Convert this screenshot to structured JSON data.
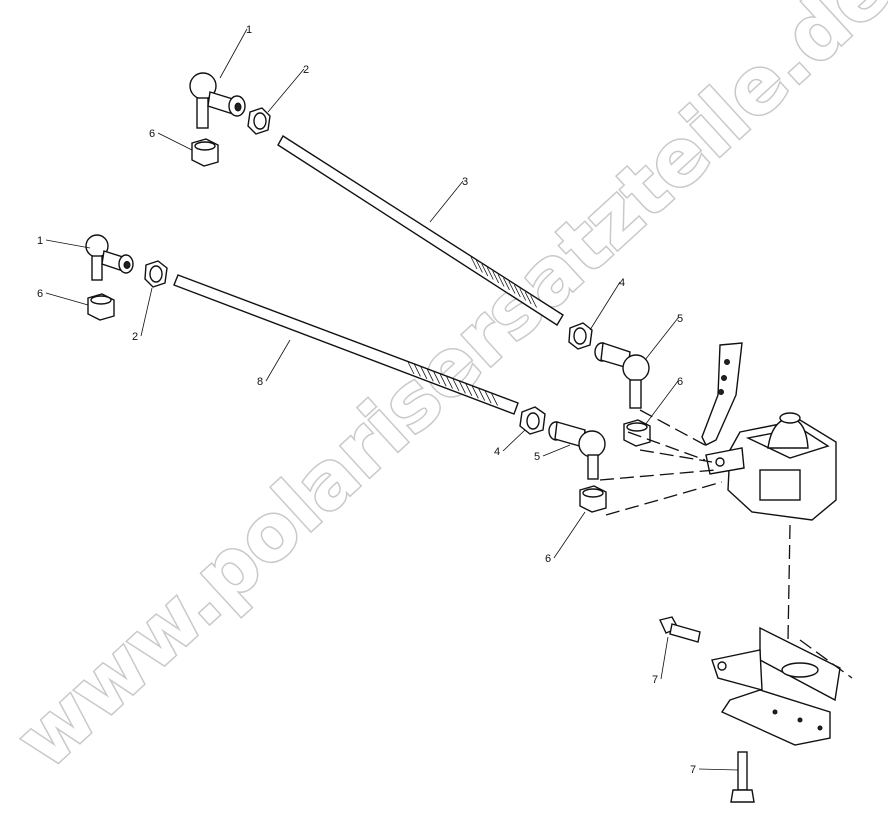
{
  "watermark": "www.polarisersatzteile.de",
  "callouts": [
    {
      "number": "1",
      "part": "ball-joint-upper"
    },
    {
      "number": "2",
      "part": "jam-nut-upper"
    },
    {
      "number": "6",
      "part": "lock-nut-upper-left"
    },
    {
      "number": "3",
      "part": "shift-rod-upper"
    },
    {
      "number": "1",
      "part": "ball-joint-lower"
    },
    {
      "number": "6",
      "part": "lock-nut-lower-left"
    },
    {
      "number": "2",
      "part": "jam-nut-lower"
    },
    {
      "number": "8",
      "part": "shift-rod-lower"
    },
    {
      "number": "4",
      "part": "jam-nut-right-upper"
    },
    {
      "number": "5",
      "part": "ball-joint-right-upper"
    },
    {
      "number": "6",
      "part": "lock-nut-right-upper"
    },
    {
      "number": "4",
      "part": "jam-nut-right-lower"
    },
    {
      "number": "5",
      "part": "ball-joint-right-lower"
    },
    {
      "number": "6",
      "part": "lock-nut-right-lower"
    },
    {
      "number": "7",
      "part": "bolt-upper"
    },
    {
      "number": "7",
      "part": "bolt-lower"
    }
  ]
}
